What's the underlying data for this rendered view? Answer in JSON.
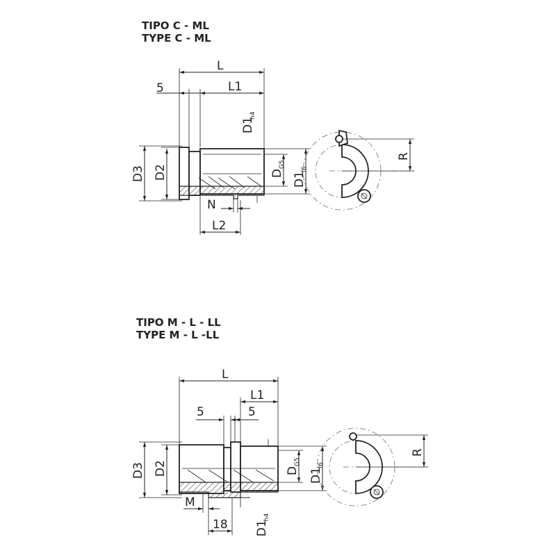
{
  "drawing_top": {
    "title_it": "TIPO C - ML",
    "title_en": "TYPE C - ML",
    "labels": {
      "L": "L",
      "L1": "L1",
      "five": "5",
      "D1h4_main": "D1",
      "D1h4_sub": "h4",
      "D3": "D3",
      "D2": "D2",
      "DG5_main": "D",
      "DG5_sub": "G5",
      "D1f6_main": "D1",
      "D1f6_sub": "f6",
      "N": "N",
      "L2": "L2",
      "R": "R"
    }
  },
  "drawing_bottom": {
    "title_it": "TIPO M - L - LL",
    "title_en": "TYPE M - L -LL",
    "labels": {
      "L": "L",
      "L1": "L1",
      "five_a": "5",
      "five_b": "5",
      "D3": "D3",
      "D2": "D2",
      "DG5_main": "D",
      "DG5_sub": "G5",
      "D1f6_main": "D1",
      "D1f6_sub": "f6",
      "M": "M",
      "eighteen": "18",
      "D1h4_main": "D1",
      "D1h4_sub": "h4",
      "R": "R"
    }
  }
}
